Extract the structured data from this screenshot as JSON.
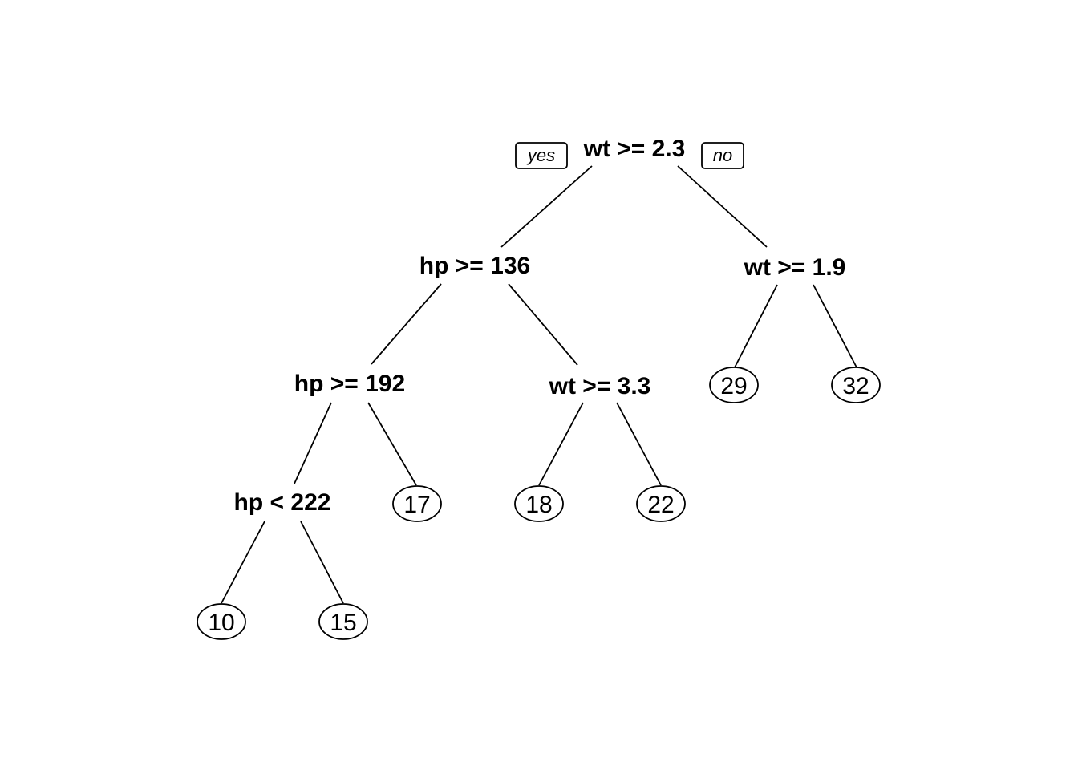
{
  "tree": {
    "branch_labels": {
      "yes": "yes",
      "no": "no"
    },
    "nodes": {
      "n1": {
        "type": "split",
        "label": "wt >= 2.3"
      },
      "n2": {
        "type": "split",
        "label": "hp >= 136"
      },
      "n3": {
        "type": "split",
        "label": "wt >= 1.9"
      },
      "n4": {
        "type": "split",
        "label": "hp >= 192"
      },
      "n5": {
        "type": "split",
        "label": "wt >= 3.3"
      },
      "n6": {
        "type": "leaf",
        "label": "29"
      },
      "n7": {
        "type": "leaf",
        "label": "32"
      },
      "n8": {
        "type": "split",
        "label": "hp < 222"
      },
      "n9": {
        "type": "leaf",
        "label": "17"
      },
      "n10": {
        "type": "leaf",
        "label": "18"
      },
      "n11": {
        "type": "leaf",
        "label": "22"
      },
      "n12": {
        "type": "leaf",
        "label": "10"
      },
      "n13": {
        "type": "leaf",
        "label": "15"
      }
    },
    "edges": [
      [
        "n1",
        "n2"
      ],
      [
        "n1",
        "n3"
      ],
      [
        "n2",
        "n4"
      ],
      [
        "n2",
        "n5"
      ],
      [
        "n3",
        "n6"
      ],
      [
        "n3",
        "n7"
      ],
      [
        "n4",
        "n8"
      ],
      [
        "n4",
        "n9"
      ],
      [
        "n5",
        "n10"
      ],
      [
        "n5",
        "n11"
      ],
      [
        "n8",
        "n12"
      ],
      [
        "n8",
        "n13"
      ]
    ]
  }
}
